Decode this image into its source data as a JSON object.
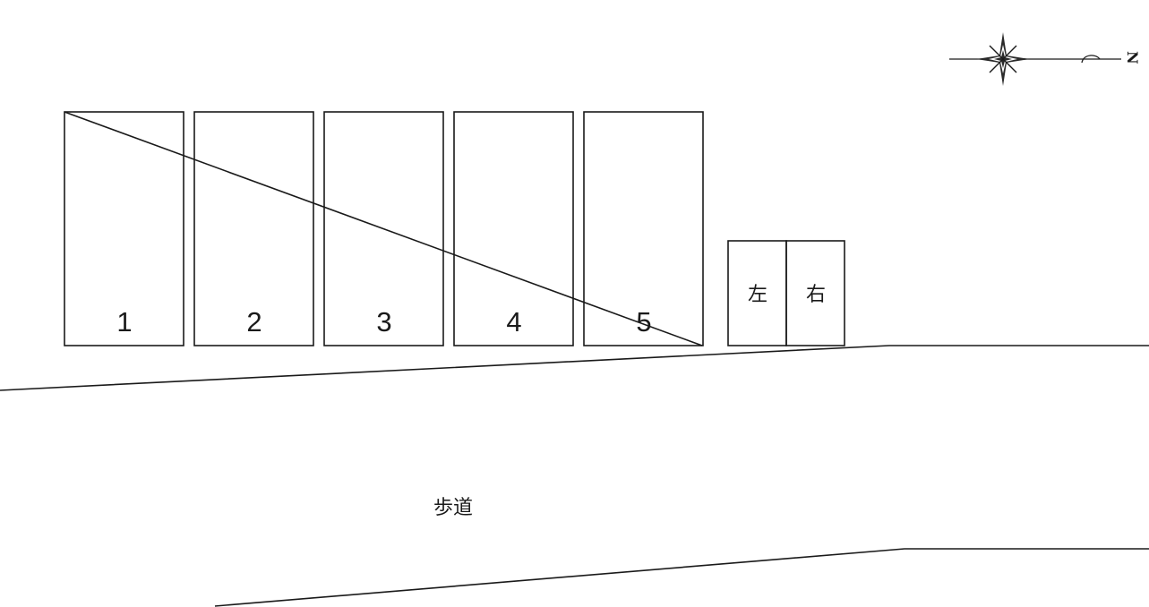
{
  "parking_spaces": [
    {
      "label": "1"
    },
    {
      "label": "2"
    },
    {
      "label": "3"
    },
    {
      "label": "4"
    },
    {
      "label": "5"
    }
  ],
  "bike_spaces": [
    {
      "label": "左"
    },
    {
      "label": "右"
    }
  ],
  "sidewalk_label": "歩道",
  "compass": {
    "north_symbol": "N",
    "icon": "compass-rose-icon"
  },
  "colors": {
    "line": "#1a1a1a",
    "background": "#ffffff"
  }
}
